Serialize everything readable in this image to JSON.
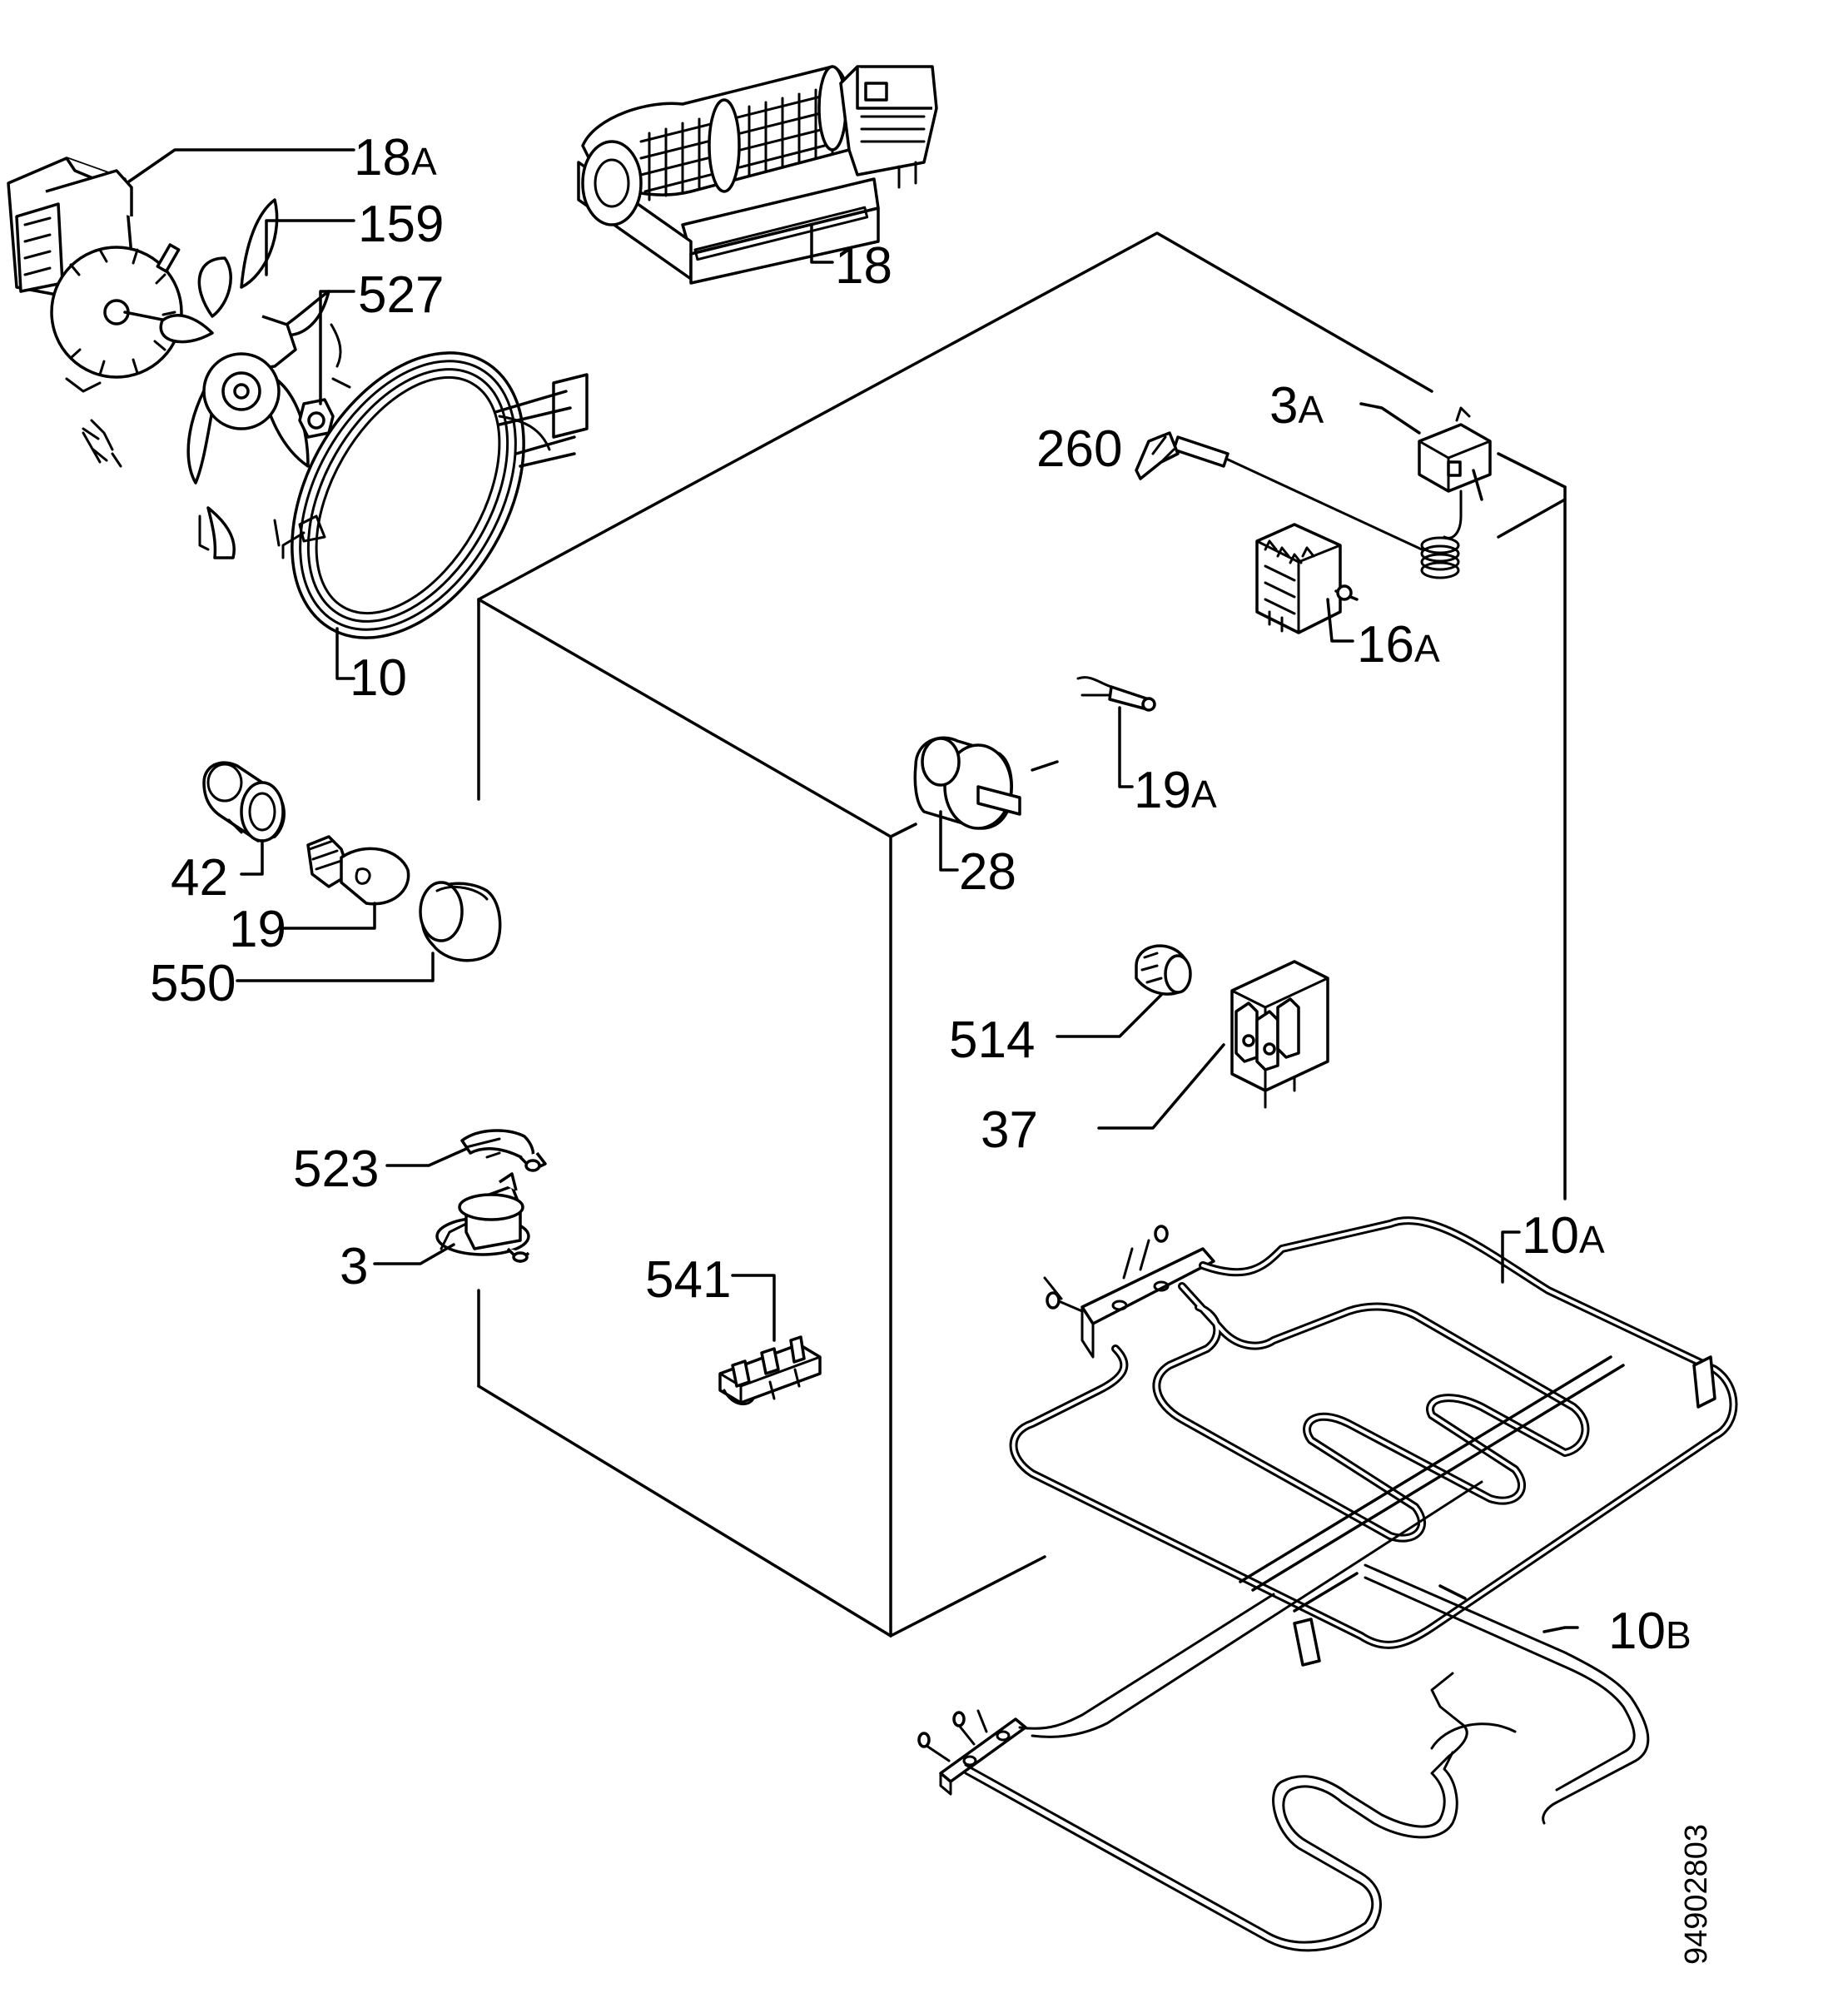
{
  "parts": [
    {
      "id": "p18A",
      "label": "18"
    },
    {
      "id": "p159",
      "label": "159"
    },
    {
      "id": "p527",
      "label": "527"
    },
    {
      "id": "p18",
      "label": "18"
    },
    {
      "id": "p10",
      "label": "10"
    },
    {
      "id": "p3A",
      "label": "3"
    },
    {
      "id": "p260",
      "label": "260"
    },
    {
      "id": "p16A",
      "label": "16"
    },
    {
      "id": "p19A",
      "label": "19"
    },
    {
      "id": "p28",
      "label": "28"
    },
    {
      "id": "p42",
      "label": "42"
    },
    {
      "id": "p19",
      "label": "19"
    },
    {
      "id": "p550",
      "label": "550"
    },
    {
      "id": "p514",
      "label": "514"
    },
    {
      "id": "p37",
      "label": "37"
    },
    {
      "id": "p523",
      "label": "523"
    },
    {
      "id": "p3",
      "label": "3"
    },
    {
      "id": "p541",
      "label": "541"
    },
    {
      "id": "p10A",
      "label": "10"
    },
    {
      "id": "p10B",
      "label": "10"
    }
  ],
  "suffixes": {
    "p18A": "A",
    "p3A": "A",
    "p16A": "A",
    "p19A": "A",
    "p10A": "A",
    "p10B": "B"
  },
  "drawing_code": "94902803"
}
